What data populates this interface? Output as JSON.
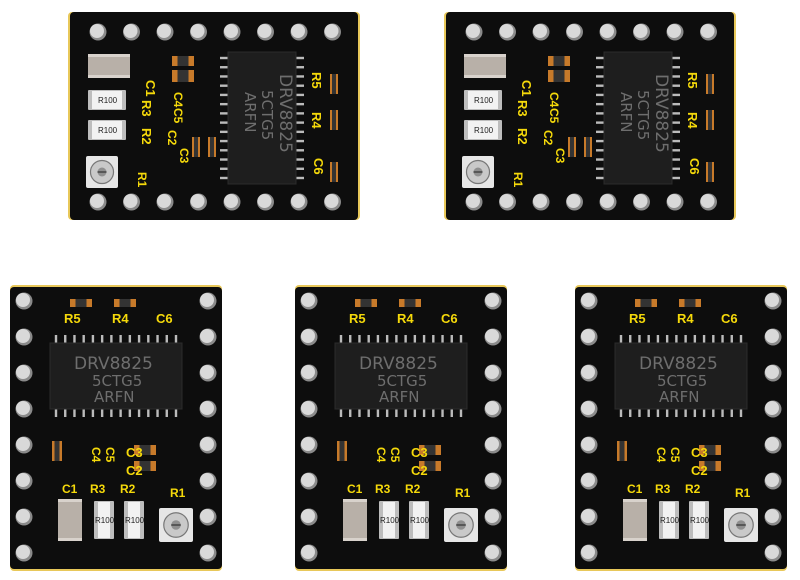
{
  "colors": {
    "pcb": "#0d0d0d",
    "silkscreen": "#f5d90a",
    "pin": "#d9d9d9",
    "pin_shade": "#8a8a8a",
    "header": "#e8c85a",
    "chip": "#1e1e1e",
    "chip_text": "#6e6e6e",
    "capacitor": "#b8b0a8",
    "resistor_body": "#f2f2f2"
  },
  "chip_text": [
    "DRV8825",
    "5CTG5",
    "ARFN"
  ],
  "resistor_marking": "R100",
  "labels": {
    "r1": "R1",
    "r2": "R2",
    "r3": "R3",
    "r4": "R4",
    "r5": "R5",
    "c1": "C1",
    "c2": "C2",
    "c3": "C3",
    "c4": "C4",
    "c5": "C5",
    "c6": "C6"
  },
  "boards": [
    {
      "name": "board-1",
      "orientation": "horizontal"
    },
    {
      "name": "board-2",
      "orientation": "horizontal"
    },
    {
      "name": "board-3",
      "orientation": "vertical"
    },
    {
      "name": "board-4",
      "orientation": "vertical"
    },
    {
      "name": "board-5",
      "orientation": "vertical"
    }
  ]
}
